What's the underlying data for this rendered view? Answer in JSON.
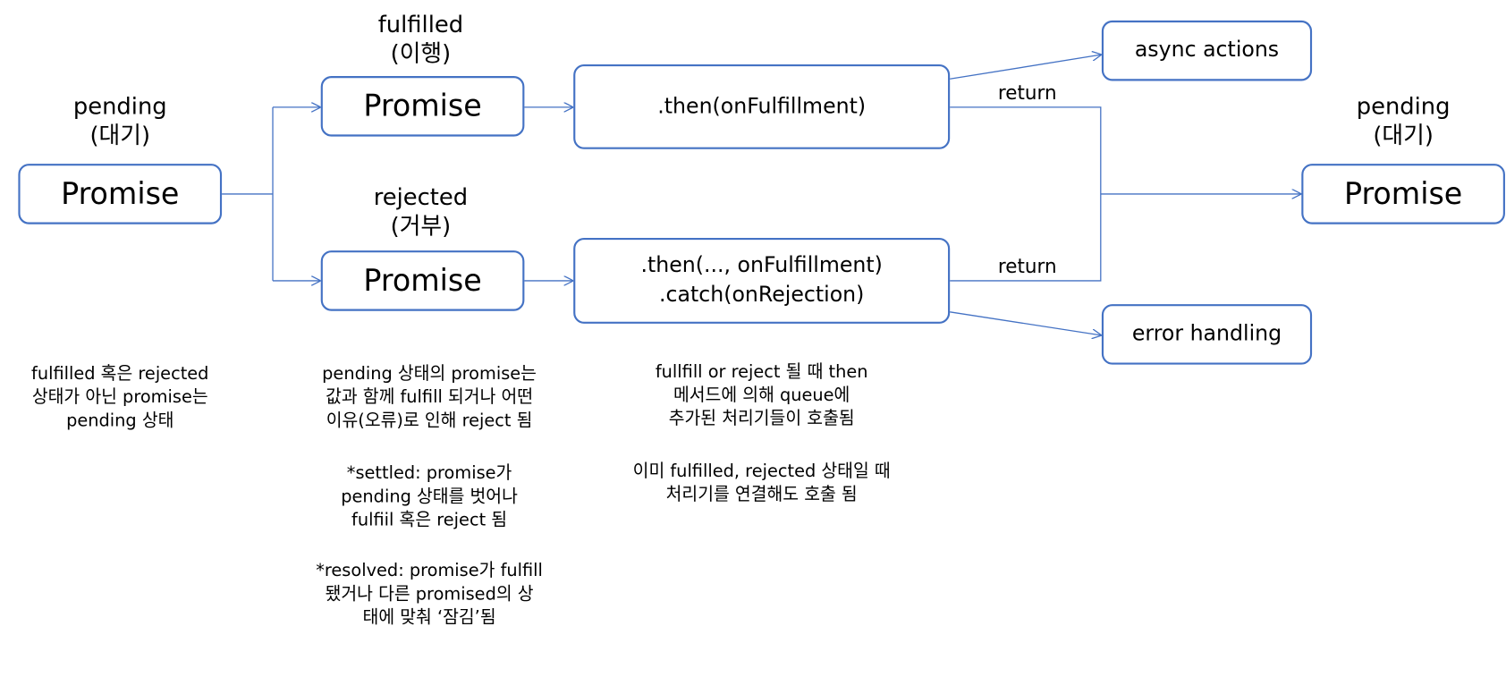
{
  "states": {
    "pending_left": {
      "name": "pending",
      "ko": "(대기)"
    },
    "fulfilled": {
      "name": "fulfilled",
      "ko": "(이행)"
    },
    "rejected": {
      "name": "rejected",
      "ko": "(거부)"
    },
    "pending_right": {
      "name": "pending",
      "ko": "(대기)"
    }
  },
  "boxes": {
    "promise_left": "Promise",
    "promise_fulfilled": "Promise",
    "promise_rejected": "Promise",
    "promise_right": "Promise",
    "then_handler": ".then(onFulfillment)",
    "then_line": ".then(..., onFulfillment)",
    "catch_line": ".catch(onRejection)",
    "async_actions": "async actions",
    "error_handling": "error handling"
  },
  "edges": {
    "return_top": "return",
    "return_bottom": "return"
  },
  "notes": {
    "pending_note": "fulfilled 혹은 rejected\n상태가 아닌 promise는\npending 상태",
    "settle_note": "pending 상태의 promise는\n값과 함께 fulfill 되거나 어떤\n이유(오류)로 인해 reject 됨",
    "settled_def": "*settled: promise가\npending 상태를 벗어나\nfulfiil 혹은 reject 됨",
    "resolved_def": "*resolved: promise가 fulfill\n됐거나 다른 promised의 상\n태에 맞춰 ‘잠김’됨",
    "queue_note": "fullfill or reject 될 때 then\n메서드에 의해 queue에\n추가된 처리기들이 호출됨",
    "attach_note": "이미 fulfilled, rejected 상태일 때\n처리기를 연결해도 호출 됨"
  },
  "colors": {
    "stroke": "#4472c4"
  }
}
